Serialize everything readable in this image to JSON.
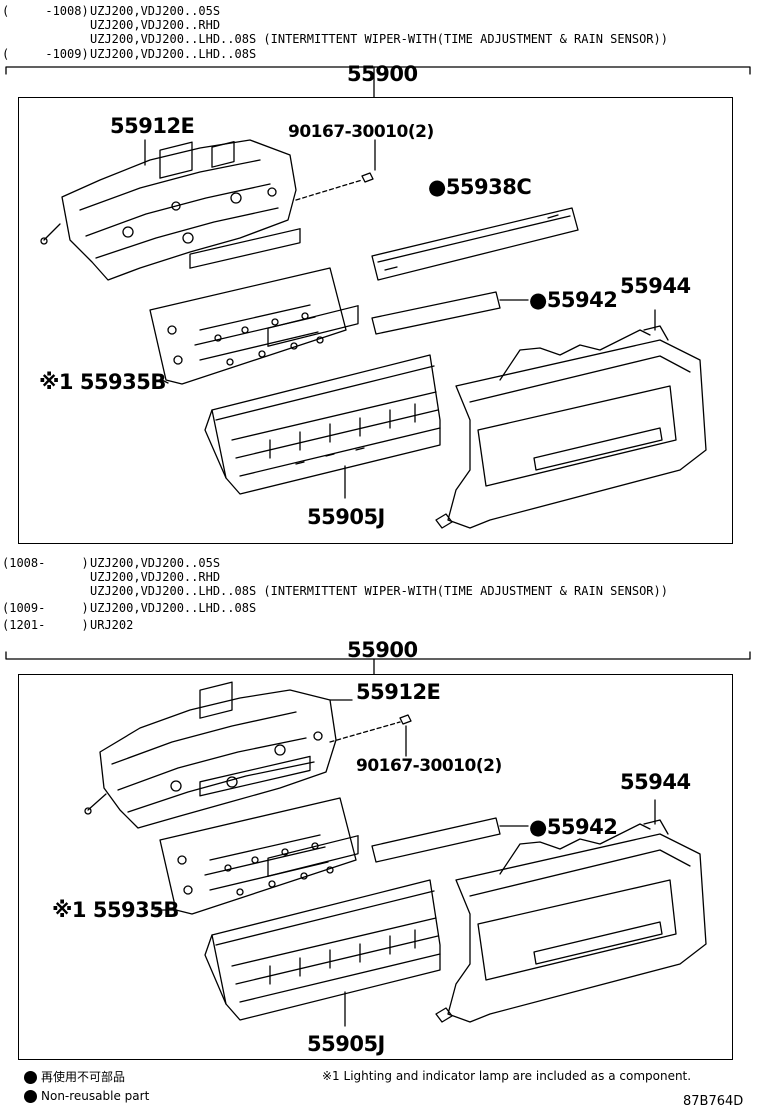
{
  "section1": {
    "applicability": [
      {
        "range": "(     -1008)",
        "models": "UZJ200,VDJ200..05S"
      },
      {
        "range": "",
        "models": "UZJ200,VDJ200..RHD"
      },
      {
        "range": "",
        "models": "UZJ200,VDJ200..LHD..08S (INTERMITTENT WIPER-WITH(TIME ADJUSTMENT & RAIN SENSOR))"
      },
      {
        "range": "(     -1009)",
        "models": "UZJ200,VDJ200..LHD..08S"
      }
    ],
    "assembly": "55900",
    "parts": {
      "p55912E": "55912E",
      "p90167": "90167-30010(2)",
      "p55938C": "●55938C",
      "p55942": "●55942",
      "p55944": "55944",
      "p55935B": "※1 55935B",
      "p55905J": "55905J"
    }
  },
  "section2": {
    "applicability": [
      {
        "range": "(1008-     )",
        "models": "UZJ200,VDJ200..05S"
      },
      {
        "range": "",
        "models": "UZJ200,VDJ200..RHD"
      },
      {
        "range": "",
        "models": "UZJ200,VDJ200..LHD..08S (INTERMITTENT WIPER-WITH(TIME ADJUSTMENT & RAIN SENSOR))"
      },
      {
        "range": "(1009-     )",
        "models": "UZJ200,VDJ200..LHD..08S"
      },
      {
        "range": "(1201-     )",
        "models": "URJ202"
      }
    ],
    "assembly": "55900",
    "parts": {
      "p55912E": "55912E",
      "p90167": "90167-30010(2)",
      "p55942": "●55942",
      "p55944": "55944",
      "p55935B": "※1 55935B",
      "p55905J": "55905J"
    }
  },
  "legend": {
    "nonreusable_jp": "再使用不可部品",
    "nonreusable_en": "Non-reusable part",
    "note": "※1 Lighting and indicator lamp are included as a component."
  },
  "figure_code": "87B764D"
}
